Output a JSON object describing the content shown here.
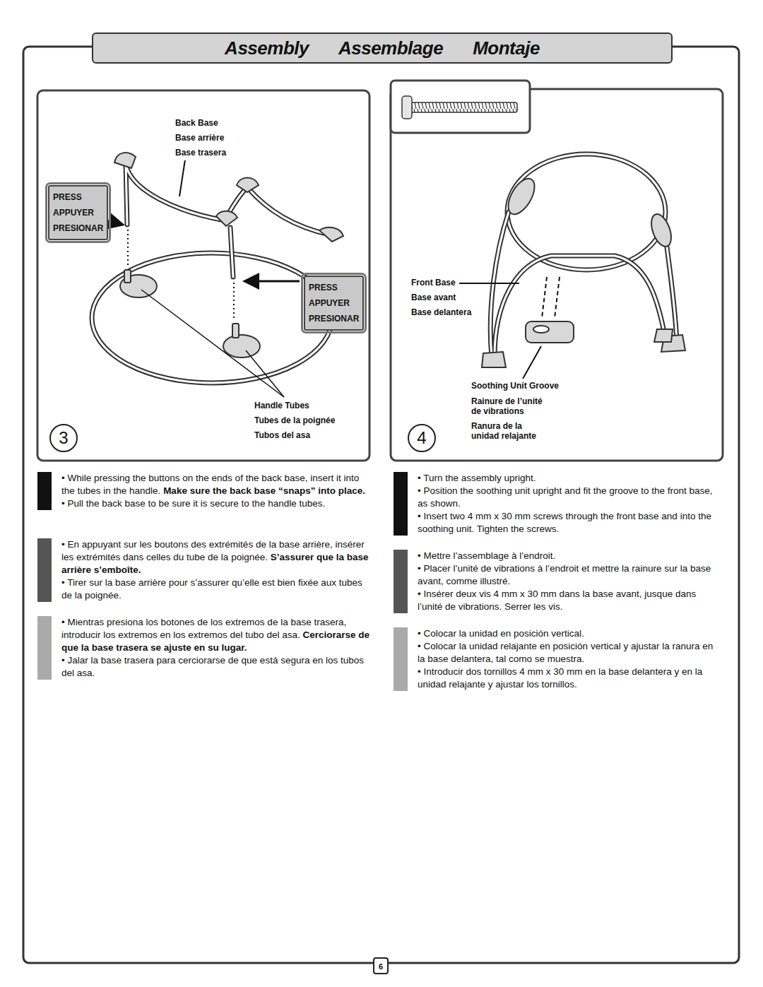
{
  "diagram": {
    "nodes": [
      {
        "text": [
          "Assembly",
          "Assemblage",
          "Montaje"
        ]
      },
      {
        "text": [
          "PRESS",
          "APPUYER",
          "PRESIONAR"
        ]
      },
      {
        "text": [
          "PRESS",
          "APPUYER",
          "PRESIONAR"
        ]
      },
      {
        "text": [
          "3"
        ]
      },
      {
        "text": [
          "4"
        ]
      },
      {
        "text": [
          "6"
        ]
      }
    ],
    "labels": [
      "Back Base",
      "Base arrière",
      "Base trasera",
      "Handle Tubes",
      "Tubes de la poignée",
      "Tubos del asa",
      "Front Base",
      "Base avant",
      "Base delantera",
      "Soothing Unit Groove",
      "Rainure de l’unité de vibrations",
      "Ranura de la unidad relajante",
      "• While pressing the buttons on the ends of the back base, insert it into the tubes in the handle.",
      "Make sure the back base “snaps” into place.",
      "• Pull the back base to be sure it is secure to the handle tubes.",
      "• En appuyant sur les boutons des extrémités de la base arrière, insérer les extrémités dans celles du tube de la poignée.",
      "S’assurer que la base arrière s’emboîte.",
      "• Tirer sur la base arrière pour s’assurer qu’elle est bien fixée aux tubes de la poignée.",
      "• Mientras presiona los botones de los extremos de la base trasera, introducir los extremos en los extremos del tubo del asa.",
      "Cerciorarse de que la base trasera se ajuste en su lugar.",
      "• Jalar la base trasera para cerciorarse de que está segura en los tubos del asa.",
      "• Turn the assembly upright.",
      "• Position the soothing unit upright and fit the groove to the front base, as shown.",
      "• Insert two 4 mm x 30 mm screws through the front base and into the soothing unit. Tighten the screws.",
      "• Mettre l’assemblage à l’endroit.",
      "• Placer l’unité de vibrations à l’endroit et mettre la rainure sur la base avant, comme illustré.",
      "• Insérer deux vis 4 mm x 30 mm dans la base avant, jusque dans l’unité de vibrations. Serrer les vis.",
      "• Colocar la unidad en posición vertical.",
      "• Colocar la unidad relajante en posición vertical y ajustar la ranura en la base delantera, tal como se muestra.",
      "• Introducir dos tornillos 4 mm x 30 mm en la base delantera y en la unidad relajante y ajustar los tornillos."
    ]
  }
}
